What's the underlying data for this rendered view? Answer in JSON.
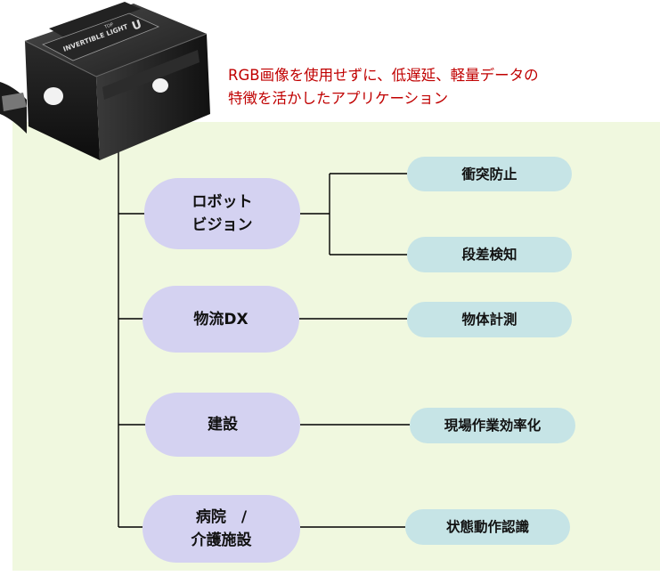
{
  "caption_lines": [
    "RGB画像を使用せずに、低遅延、軽量データの",
    "特徴を活かしたアプリケーション"
  ],
  "device": {
    "brand": "INVERTIBLE LIGHT",
    "top_label": "TOP",
    "logo_text": "U"
  },
  "categories": [
    {
      "label": "ロボット\nビジョン",
      "applications": [
        "衝突防止",
        "段差検知"
      ]
    },
    {
      "label": "物流DX",
      "applications": [
        "物体計測"
      ]
    },
    {
      "label": "建設",
      "applications": [
        "現場作業効率化"
      ]
    },
    {
      "label": "病院　/\n介護施設",
      "applications": [
        "状態動作認識"
      ]
    }
  ],
  "colors": {
    "panel_bg": "#f0f8df",
    "category_fill": "#d4d2f1",
    "application_fill": "#c6e4e6",
    "caption_text": "#c00000",
    "line": "#000000"
  }
}
